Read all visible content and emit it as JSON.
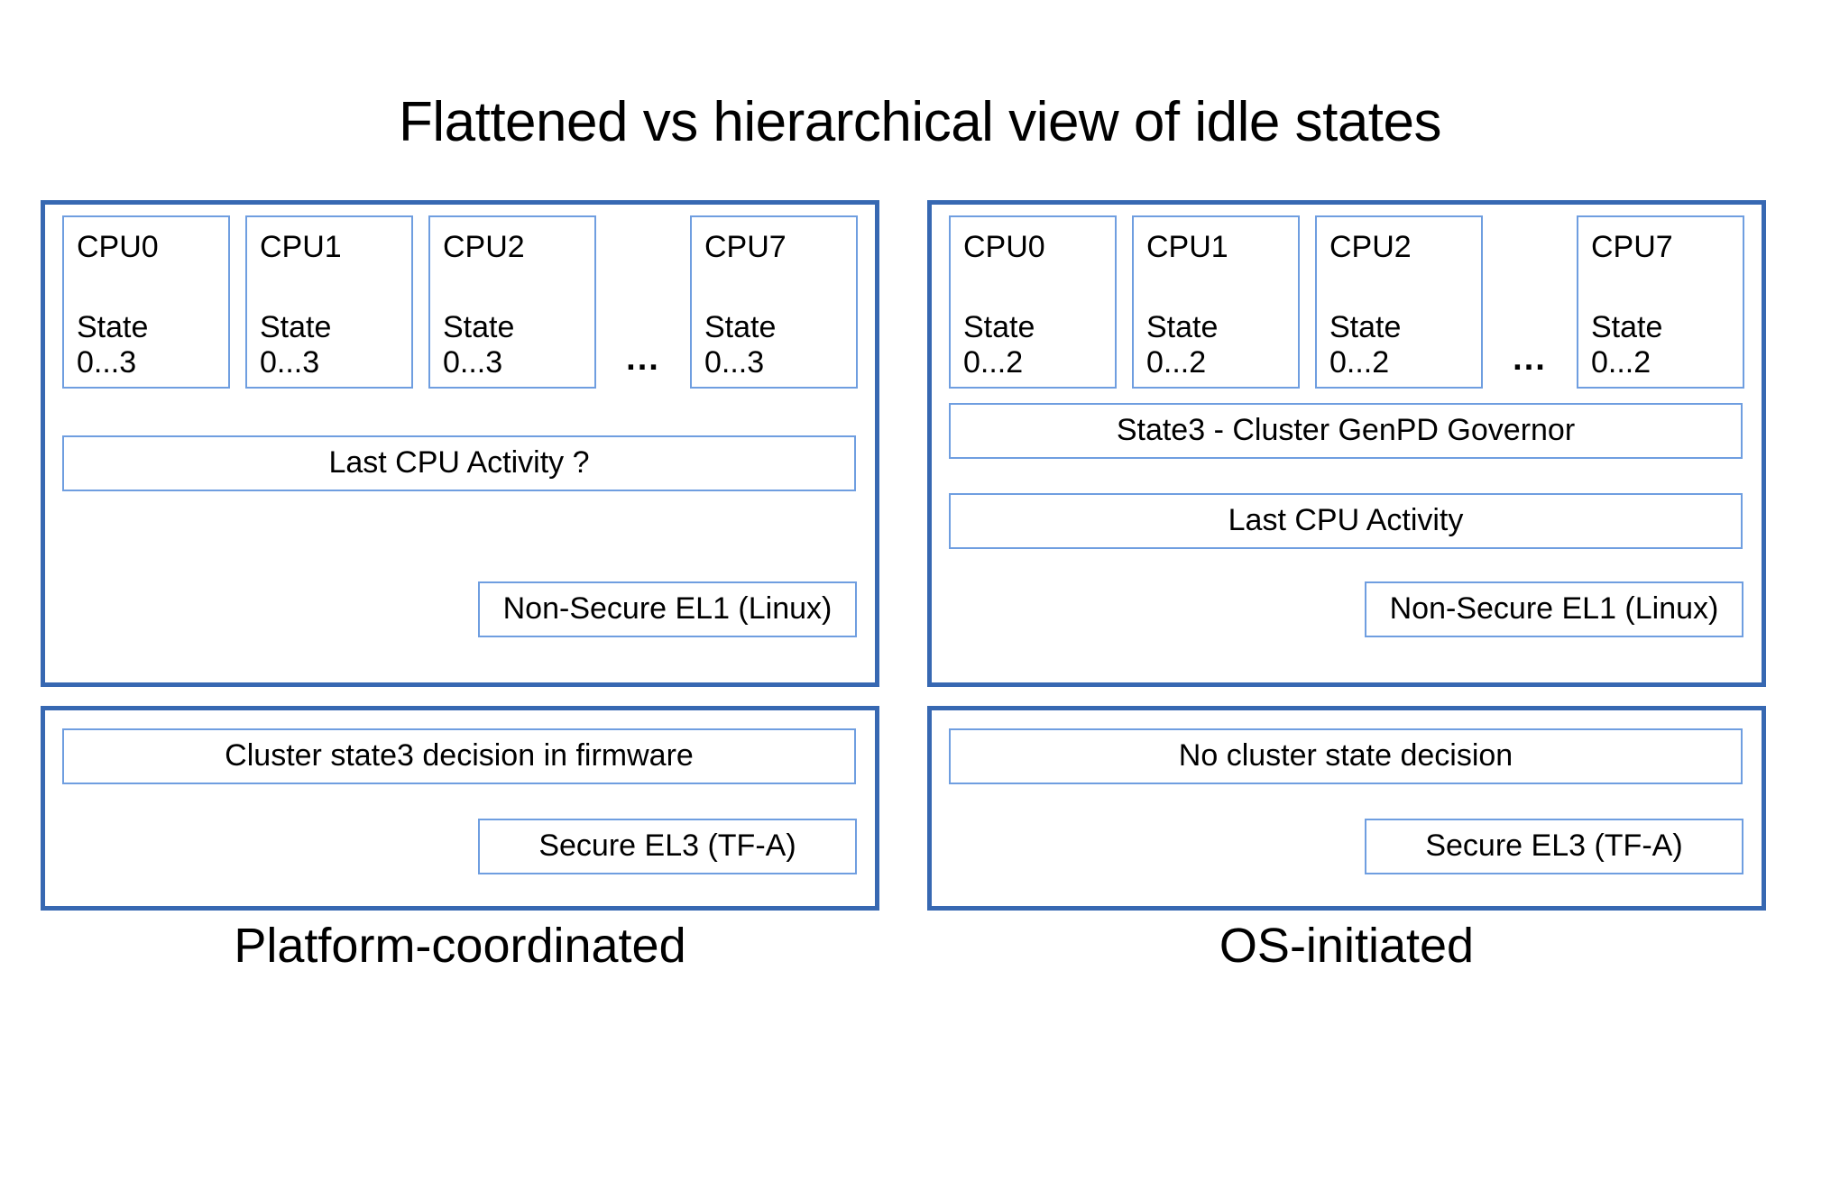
{
  "title": "Flattened vs hierarchical view of idle states",
  "colors": {
    "panel_border": "#3768b2",
    "box_border": "#6f9ee0",
    "background": "#ffffff",
    "text": "#000000"
  },
  "panels": {
    "left": {
      "caption": "Platform-coordinated",
      "os_panel": {
        "cpus": [
          {
            "name": "CPU0",
            "state_label": "State",
            "state_range": "0...3"
          },
          {
            "name": "CPU1",
            "state_label": "State",
            "state_range": "0...3"
          },
          {
            "name": "CPU2",
            "state_label": "State",
            "state_range": "0...3"
          },
          {
            "name": "CPU7",
            "state_label": "State",
            "state_range": "0...3"
          }
        ],
        "ellipsis": "...",
        "last_cpu_activity": "Last CPU Activity ?",
        "level_label": "Non-Secure EL1 (Linux)"
      },
      "fw_panel": {
        "decision": "Cluster state3 decision in firmware",
        "level_label": "Secure EL3 (TF-A)"
      }
    },
    "right": {
      "caption": "OS-initiated",
      "os_panel": {
        "cpus": [
          {
            "name": "CPU0",
            "state_label": "State",
            "state_range": "0...2"
          },
          {
            "name": "CPU1",
            "state_label": "State",
            "state_range": "0...2"
          },
          {
            "name": "CPU2",
            "state_label": "State",
            "state_range": "0...2"
          },
          {
            "name": "CPU7",
            "state_label": "State",
            "state_range": "0...2"
          }
        ],
        "ellipsis": "...",
        "governor": "State3 - Cluster GenPD Governor",
        "last_cpu_activity": "Last CPU Activity",
        "level_label": "Non-Secure EL1 (Linux)"
      },
      "fw_panel": {
        "decision": "No cluster state decision",
        "level_label": "Secure EL3 (TF-A)"
      }
    }
  }
}
